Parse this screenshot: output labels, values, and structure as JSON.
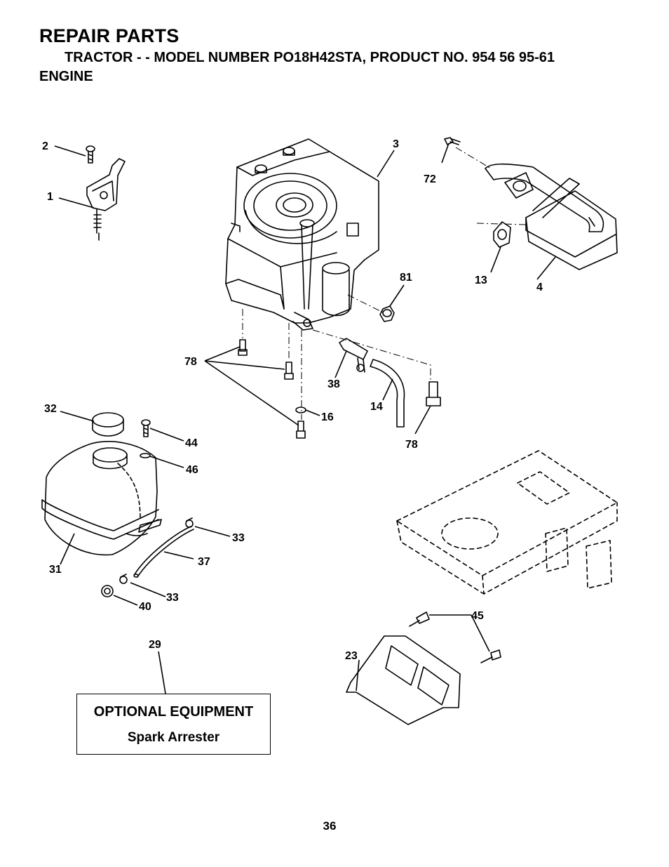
{
  "header": {
    "title": "REPAIR PARTS",
    "subtitle": "TRACTOR - - MODEL NUMBER PO18H42STA, PRODUCT NO. 954 56 95-61",
    "section": "ENGINE"
  },
  "callouts": {
    "c2": "2",
    "c1": "1",
    "c3": "3",
    "c72": "72",
    "c13": "13",
    "c4": "4",
    "c81": "81",
    "c78a": "78",
    "c38": "38",
    "c14": "14",
    "c78b": "78",
    "c16": "16",
    "c32": "32",
    "c44": "44",
    "c46": "46",
    "c33a": "33",
    "c37": "37",
    "c31": "31",
    "c33b": "33",
    "c40": "40",
    "c29": "29",
    "c45": "45",
    "c23": "23"
  },
  "optional_equipment": {
    "heading": "OPTIONAL EQUIPMENT",
    "item": "Spark Arrester"
  },
  "footer": {
    "page_number": "36"
  }
}
